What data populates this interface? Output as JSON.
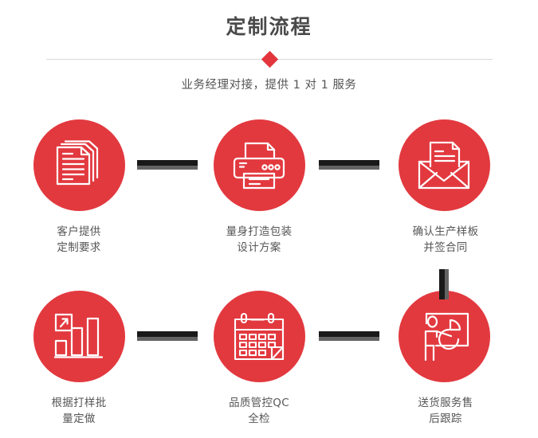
{
  "header": {
    "title": "定制流程",
    "subtitle": "业务经理对接，提供 1 对 1 服务",
    "divider_icon": "diamond-marker",
    "accent_color": "#e2393f",
    "title_color": "#4a4a4a"
  },
  "flow": {
    "steps": [
      {
        "index": "1",
        "icon": "documents-stack-icon",
        "label": "客户提供\n定制要求"
      },
      {
        "index": "2",
        "icon": "printer-icon",
        "label": "量身打造包装\n设计方案"
      },
      {
        "index": "3",
        "icon": "envelope-letter-icon",
        "label": "确认生产样板\n并签合同"
      },
      {
        "index": "4",
        "icon": "bar-chart-growth-icon",
        "label": "根据打样批\n量定做"
      },
      {
        "index": "5",
        "icon": "calendar-icon",
        "label": "品质管控QC\n全检"
      },
      {
        "index": "6",
        "icon": "presenter-pie-chart-icon",
        "label": "送货服务售\n后跟踪"
      }
    ],
    "connectors": [
      {
        "name": "connector-step1-step2",
        "orientation": "horizontal"
      },
      {
        "name": "connector-step2-step3",
        "orientation": "horizontal"
      },
      {
        "name": "connector-step3-step6",
        "orientation": "vertical"
      },
      {
        "name": "connector-step4-step5",
        "orientation": "horizontal"
      },
      {
        "name": "connector-step5-step6",
        "orientation": "horizontal"
      }
    ],
    "connector_dark_color": "#191919",
    "connector_grey_color": "#636363"
  }
}
